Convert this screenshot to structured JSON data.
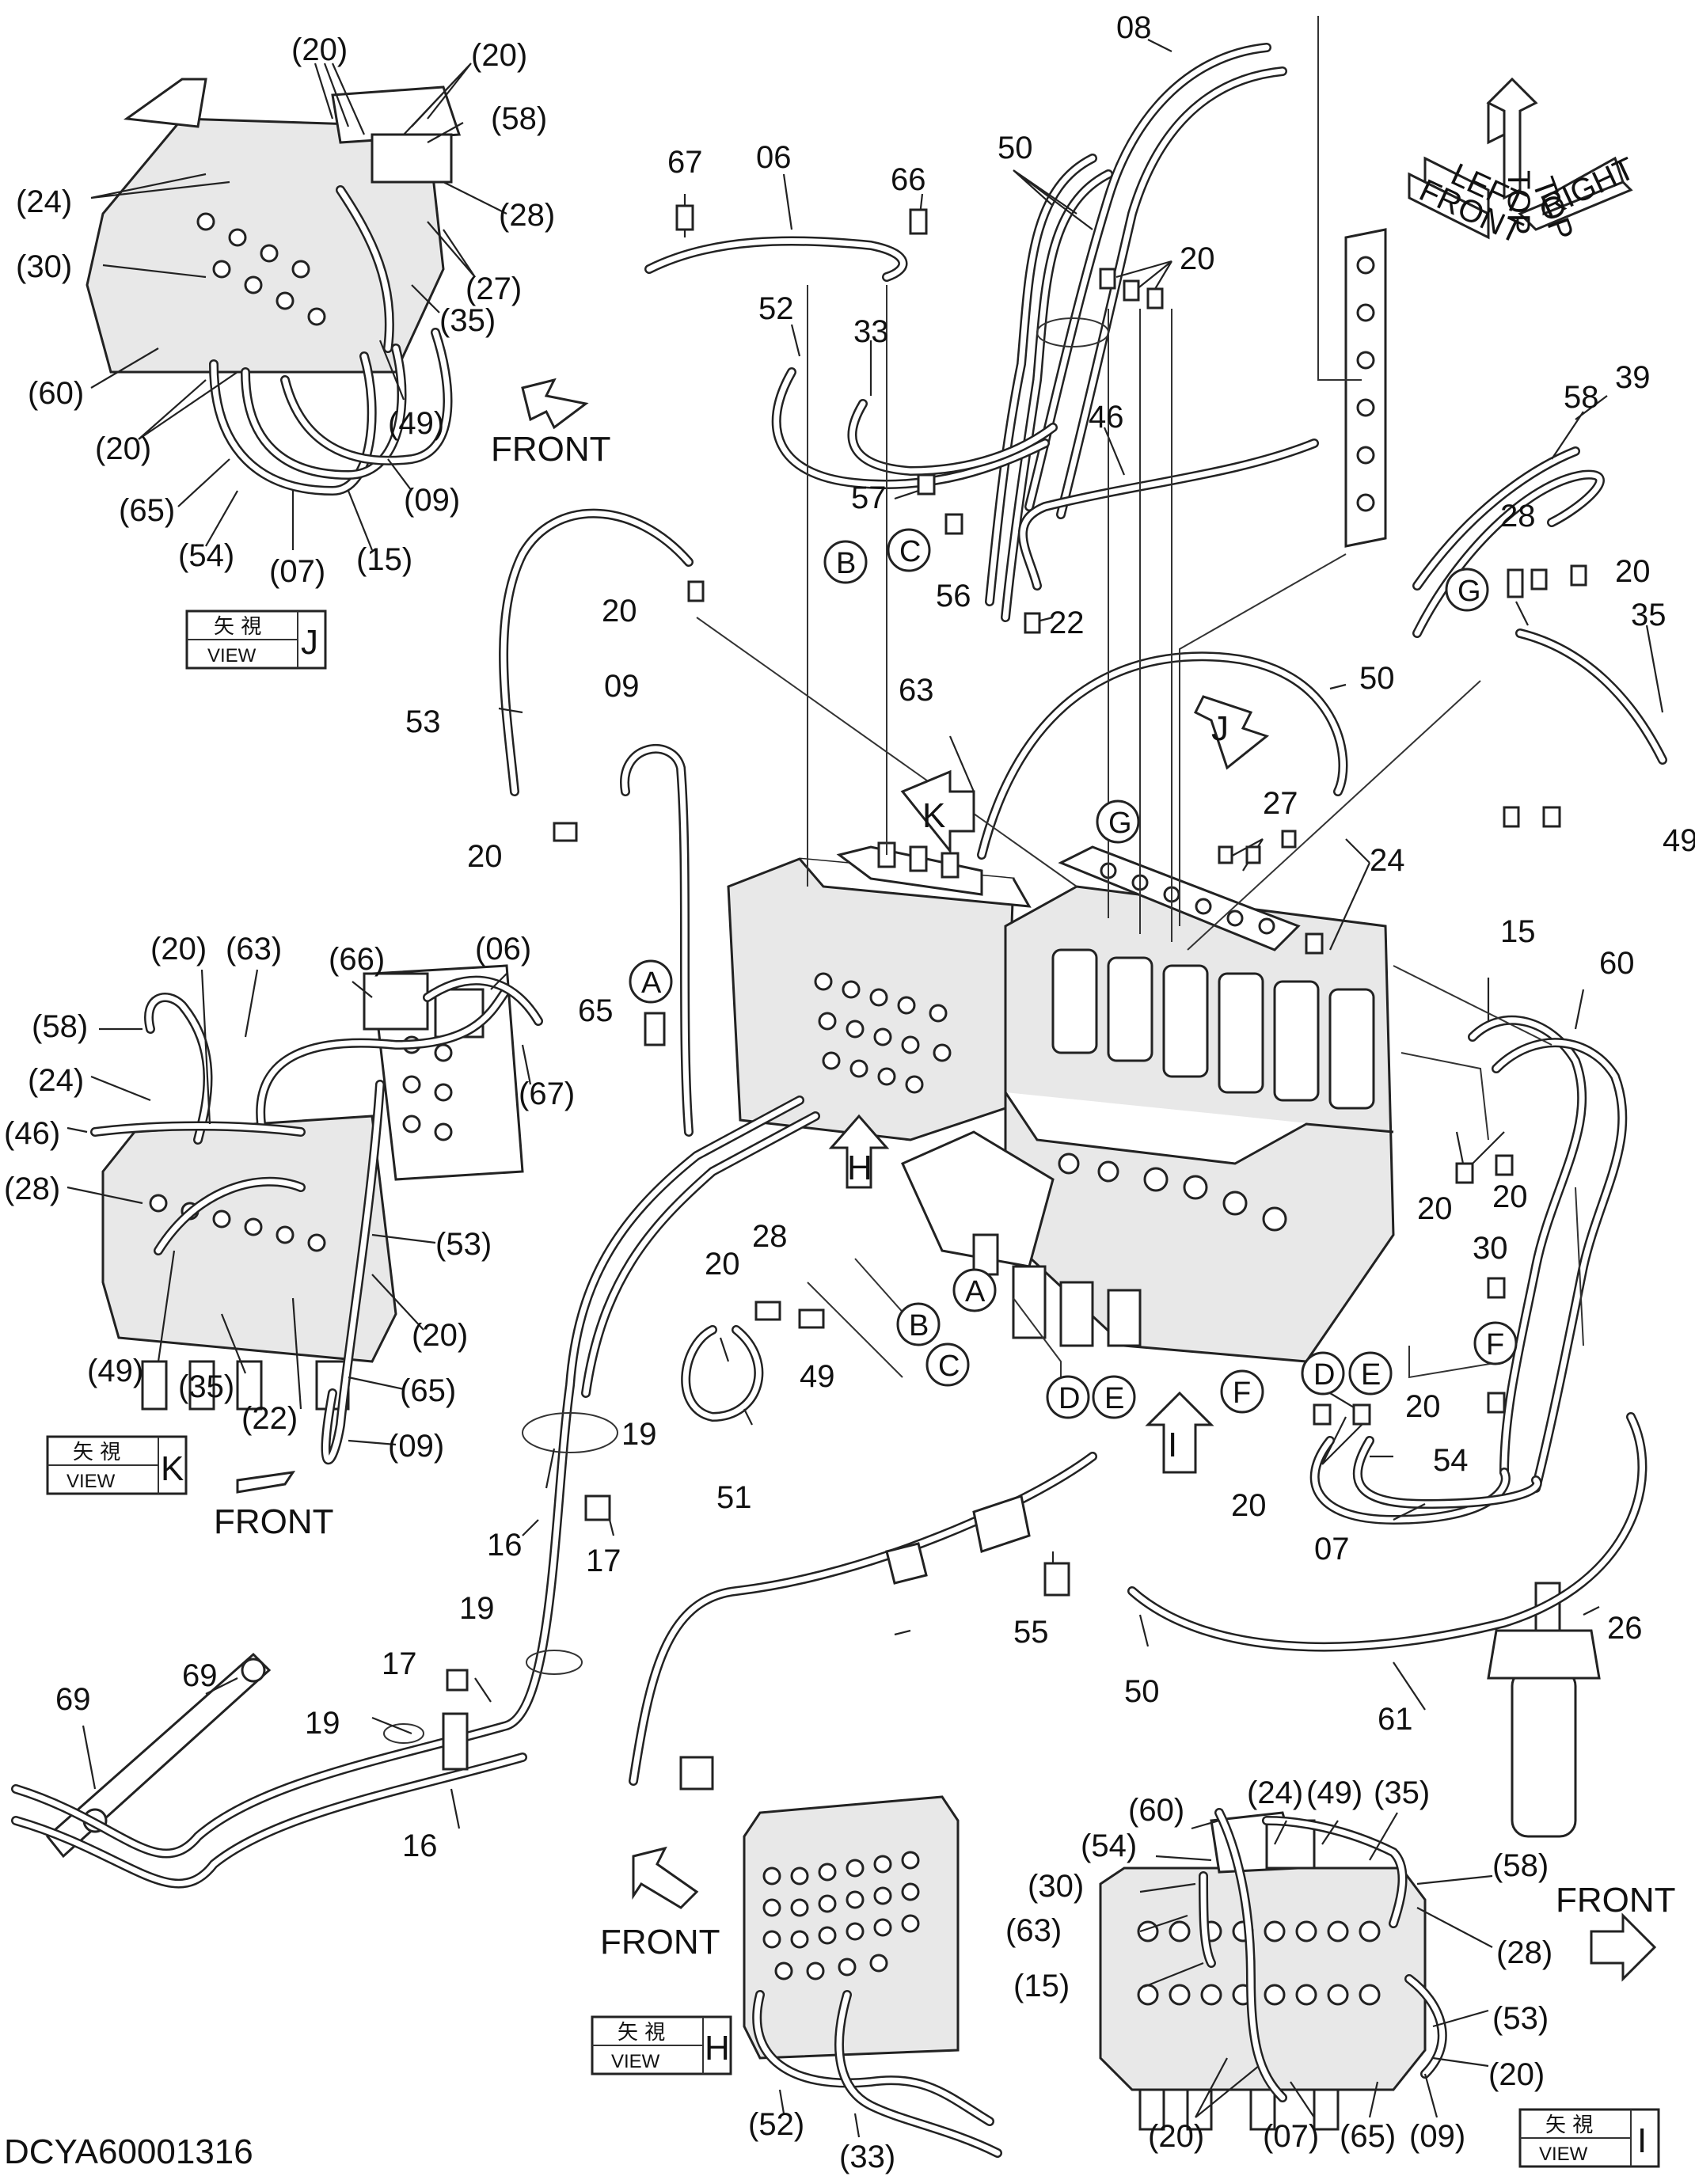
{
  "drawing_code": "DCYA60001316",
  "views": [
    {
      "id": "J",
      "jp": "矢 視",
      "en": "VIEW",
      "letter": "J"
    },
    {
      "id": "K",
      "jp": "矢 視",
      "en": "VIEW",
      "letter": "K"
    },
    {
      "id": "H",
      "jp": "矢 視",
      "en": "VIEW",
      "letter": "H"
    },
    {
      "id": "I",
      "jp": "矢 視",
      "en": "VIEW",
      "letter": "I"
    }
  ],
  "direction_labels": {
    "front_j": "FRONT",
    "front_k": "FRONT",
    "front_h": "FRONT",
    "front_i": "FRONT",
    "compass_front": "FRONT",
    "compass_top_1": "TOP",
    "compass_top_2": "TOP",
    "compass_right": "RIGHT",
    "compass_left": "LEFT"
  },
  "view_arrows": [
    "J",
    "K",
    "H",
    "I"
  ],
  "connection_letters": [
    "A",
    "B",
    "C",
    "D",
    "E",
    "F",
    "G"
  ],
  "main_callouts": [
    "08",
    "06",
    "67",
    "66",
    "50",
    "20",
    "52",
    "33",
    "46",
    "58",
    "39",
    "57",
    "B",
    "C",
    "56",
    "28",
    "20",
    "22",
    "35",
    "53",
    "20",
    "09",
    "63",
    "50",
    "J",
    "G",
    "27",
    "K",
    "20",
    "24",
    "49",
    "65",
    "A",
    "15",
    "60",
    "20",
    "20",
    "30",
    "H",
    "20",
    "28",
    "B",
    "C",
    "A",
    "49",
    "D",
    "E",
    "F",
    "F",
    "20",
    "D",
    "E",
    "54",
    "20",
    "51",
    "19",
    "16",
    "17",
    "07",
    "55",
    "26",
    "50",
    "61",
    "19",
    "17",
    "69",
    "69",
    "19",
    "16"
  ],
  "view_j_callouts": [
    "(20)",
    "(20)",
    "(58)",
    "(24)",
    "(28)",
    "(30)",
    "(27)",
    "(35)",
    "(60)",
    "(49)",
    "(20)",
    "(65)",
    "(09)",
    "(54)",
    "(07)",
    "(15)"
  ],
  "view_k_callouts": [
    "(20)",
    "(63)",
    "(66)",
    "(06)",
    "(58)",
    "(24)",
    "(46)",
    "(67)",
    "(28)",
    "(53)",
    "(20)",
    "(49)",
    "(35)",
    "(22)",
    "(65)",
    "(09)"
  ],
  "view_h_callouts": [
    "(52)",
    "(33)"
  ],
  "view_i_callouts": [
    "(60)",
    "(24)",
    "(49)",
    "(35)",
    "(54)",
    "(58)",
    "(30)",
    "(63)",
    "(28)",
    "(15)",
    "(53)",
    "(20)",
    "(20)",
    "(07)",
    "(65)",
    "(09)"
  ]
}
